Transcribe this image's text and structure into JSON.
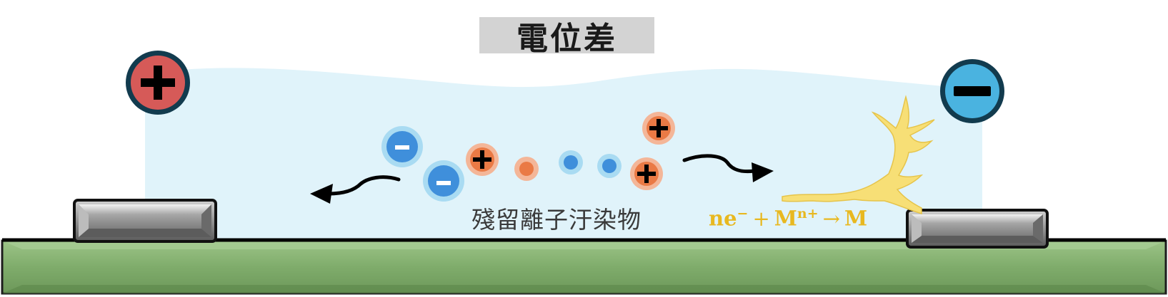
{
  "title": "電位差",
  "contaminant_label": "殘留離子汙染物",
  "equation": {
    "electron": "ne",
    "electron_sup": "−",
    "plus": "+",
    "metal_ion": "M",
    "metal_ion_sup": "n+",
    "arrow": "→",
    "product": "M"
  },
  "anode_symbol": "positive-terminal-icon",
  "cathode_symbol": "negative-terminal-icon",
  "colors": {
    "water": "#e0f3fa",
    "substrate": "#80af6c",
    "anode": "#d65a58",
    "cathode": "#4ab3e0",
    "terminal_ring": "#123b4e",
    "cation": "#ea7a45",
    "cation_halo": "#f4b698",
    "anion": "#3f8fdb",
    "anion_halo": "#a9dbf2",
    "dendrite": "#f7df76",
    "equation": "#e8b820",
    "pad": "#6e6e6e"
  }
}
